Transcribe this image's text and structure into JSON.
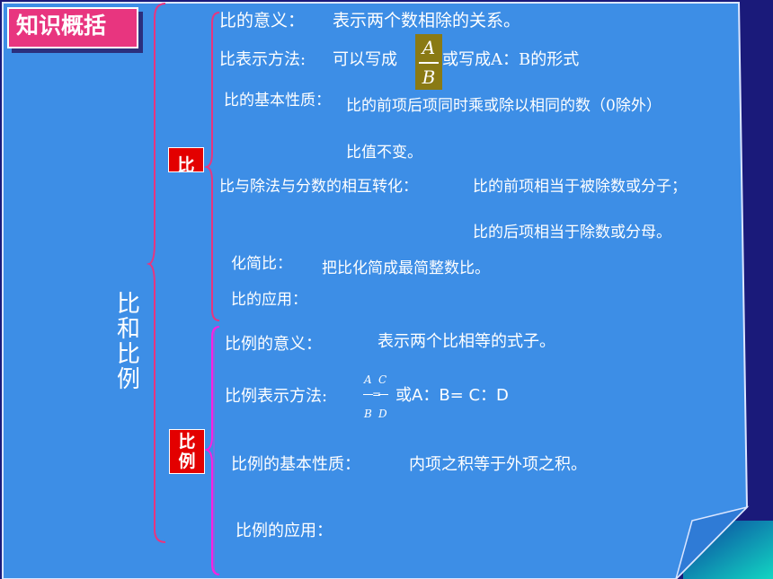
{
  "title": "知识概括",
  "topic": {
    "c1": "比",
    "c2": "和",
    "c3": "比",
    "c4": "例"
  },
  "bi": {
    "label": "比",
    "meaning_label": "比的意义：",
    "meaning_value": "表示两个数相除的关系。",
    "notation_label": "比表示方法:",
    "notation_pre": "可以写成",
    "frac_num": "A",
    "frac_den": "B",
    "notation_post": "或写成A：B的形式",
    "property_label": "比的基本性质：",
    "property_line1": "比的前项后项同时乘或除以相同的数（0除外）",
    "property_line2": "比值不变。",
    "relation_label": "比与除法与分数的相互转化：",
    "relation_line1": "比的前项相当于被除数或分子；",
    "relation_line2": "比的后项相当于除数或分母。",
    "simplify_label": "化简比：",
    "simplify_value": "把比化简成最简整数比。",
    "application_label": "比的应用："
  },
  "bili": {
    "label_line1": "比",
    "label_line2": "例",
    "meaning_label": "比例的意义：",
    "meaning_value": "表示两个比相等的式子。",
    "notation_label": "比例表示方法:",
    "frac1_num": "A",
    "frac1_den": "B",
    "frac2_num": "C",
    "frac2_den": "D",
    "eq": "=",
    "notation_post": "或A：B= C：D",
    "property_label": "比例的基本性质：",
    "property_value": "内项之积等于外项之积。",
    "application_label": "比例的应用："
  },
  "colors": {
    "page": "#3d8ee6",
    "border": "#1a1a7a",
    "title_box": "#e8357f",
    "label_box": "#e30000",
    "brace_bi": "#e8357f",
    "brace_bili": "#ff1fe0",
    "corner": "#12d6c2"
  }
}
